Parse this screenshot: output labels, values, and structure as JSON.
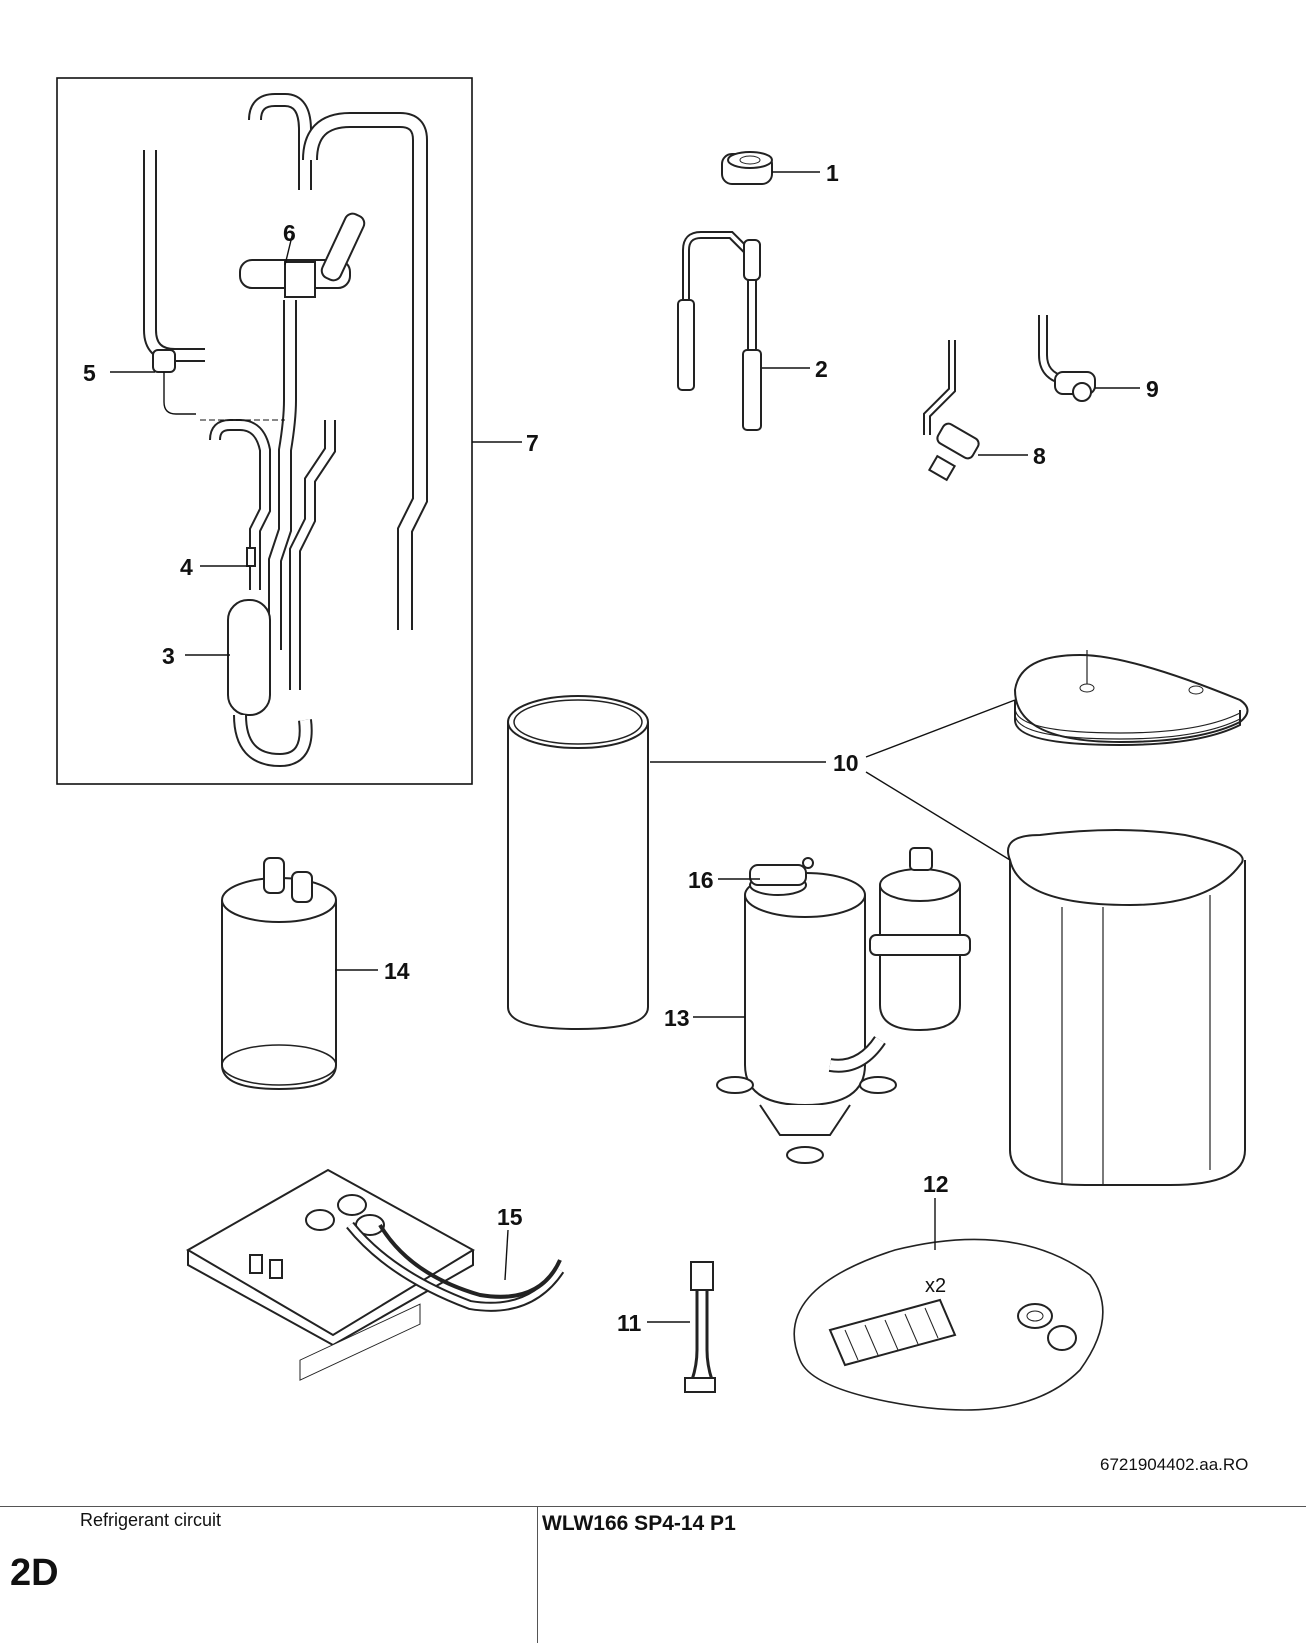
{
  "callouts": {
    "c1": "1",
    "c2": "2",
    "c3": "3",
    "c4": "4",
    "c5": "5",
    "c6": "6",
    "c7": "7",
    "c8": "8",
    "c9": "9",
    "c10": "10",
    "c11": "11",
    "c12": "12",
    "c13": "13",
    "c14": "14",
    "c15": "15",
    "c16": "16"
  },
  "kit_quantity": "x2",
  "drawing_ref": "6721904402.aa.RO",
  "footer": {
    "caption": "Refrigerant circuit",
    "section": "2D",
    "model": "WLW166 SP4-14 P1"
  }
}
